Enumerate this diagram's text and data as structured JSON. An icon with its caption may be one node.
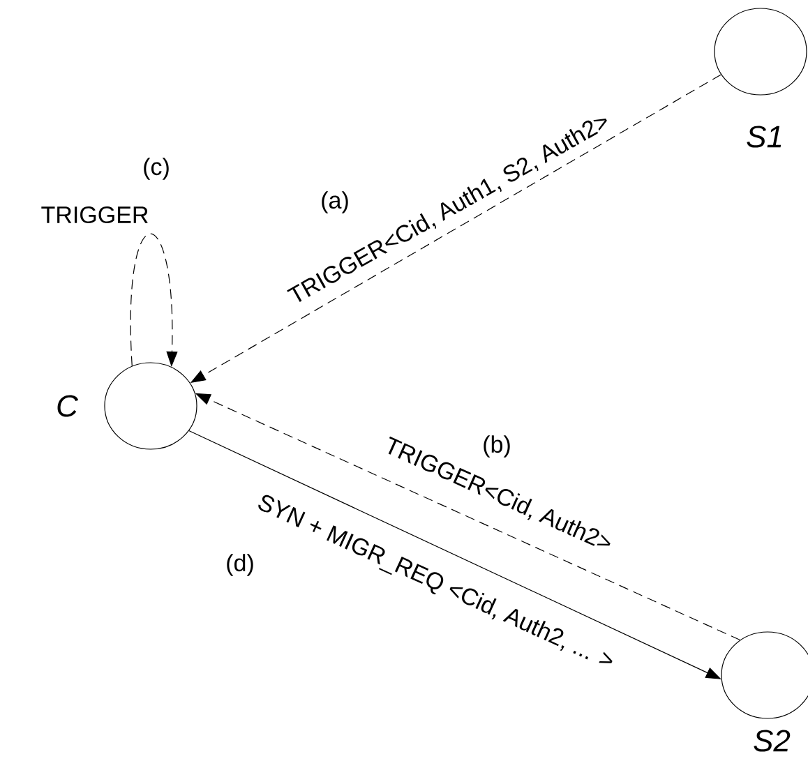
{
  "diagram": {
    "nodes": [
      {
        "text": [],
        "shape": "circle",
        "beside": [
          "S1"
        ]
      },
      {
        "text": [],
        "shape": "circle",
        "beside": [
          "C"
        ]
      },
      {
        "text": [],
        "shape": "circle",
        "beside": [
          "S2"
        ]
      }
    ],
    "edges": [
      {
        "from": 0,
        "to": 1,
        "arrow": "to",
        "style": "dashed",
        "label": "TRIGGER<Cid, Auth1, S2, Auth2>"
      },
      {
        "from": 1,
        "to": 1,
        "arrow": "to",
        "style": "dashed",
        "label": "TRIGGER"
      },
      {
        "from": 2,
        "to": 1,
        "arrow": "to",
        "style": "dashed",
        "label": "TRIGGER<Cid, Auth2>"
      },
      {
        "from": 1,
        "to": 2,
        "arrow": "to",
        "label": "SYN + MIGR_REQ <Cid, Auth2, ... >"
      }
    ],
    "labels": [
      "(c)",
      "(a)",
      "(b)",
      "(d)"
    ]
  }
}
